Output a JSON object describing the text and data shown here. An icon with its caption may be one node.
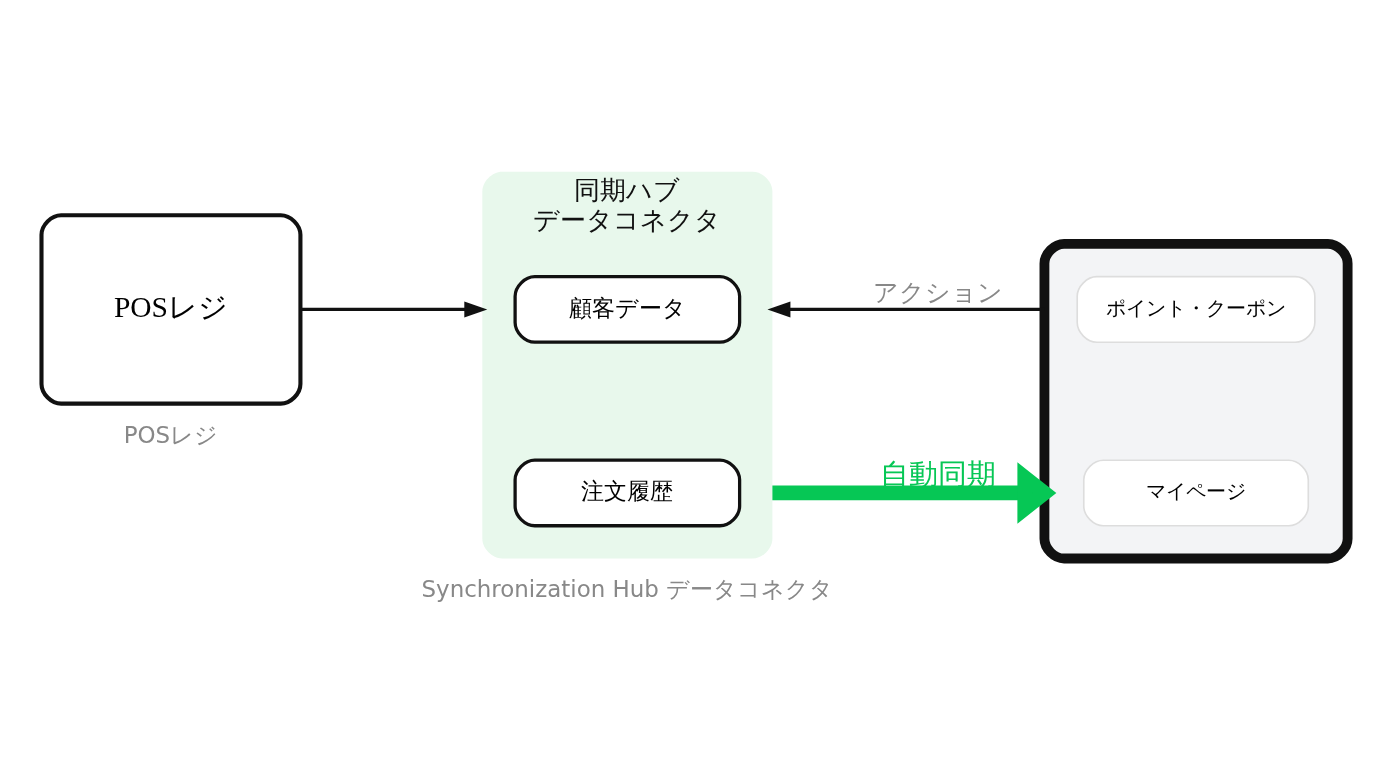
{
  "diagram": {
    "nodes": [
      {
        "text": [
          "POSレジ"
        ],
        "beside": [
          "POSレジ"
        ]
      },
      {
        "text": [
          "同期ハブ",
          "データコネクタ"
        ],
        "beside": [
          "Synchronization Hub データコネクタ"
        ]
      },
      {
        "text": [
          "顧客データ"
        ],
        "in": 1
      },
      {
        "text": [
          "注文履歴"
        ],
        "in": 1
      },
      {
        "text": [],
        "shape": "phone"
      },
      {
        "text": [
          "マイページ"
        ],
        "in": 4
      },
      {
        "text": [
          "ポイント・クーポン"
        ],
        "in": 4
      }
    ],
    "edges": [
      {
        "from": 0,
        "to": 1,
        "arrow": "to"
      },
      {
        "from": 1,
        "to": 4,
        "arrow": "to",
        "label": "自動同期",
        "style": "thick",
        "color": "#06c755"
      },
      {
        "from": 4,
        "to": 1,
        "arrow": "to",
        "label": "アクション"
      }
    ]
  }
}
